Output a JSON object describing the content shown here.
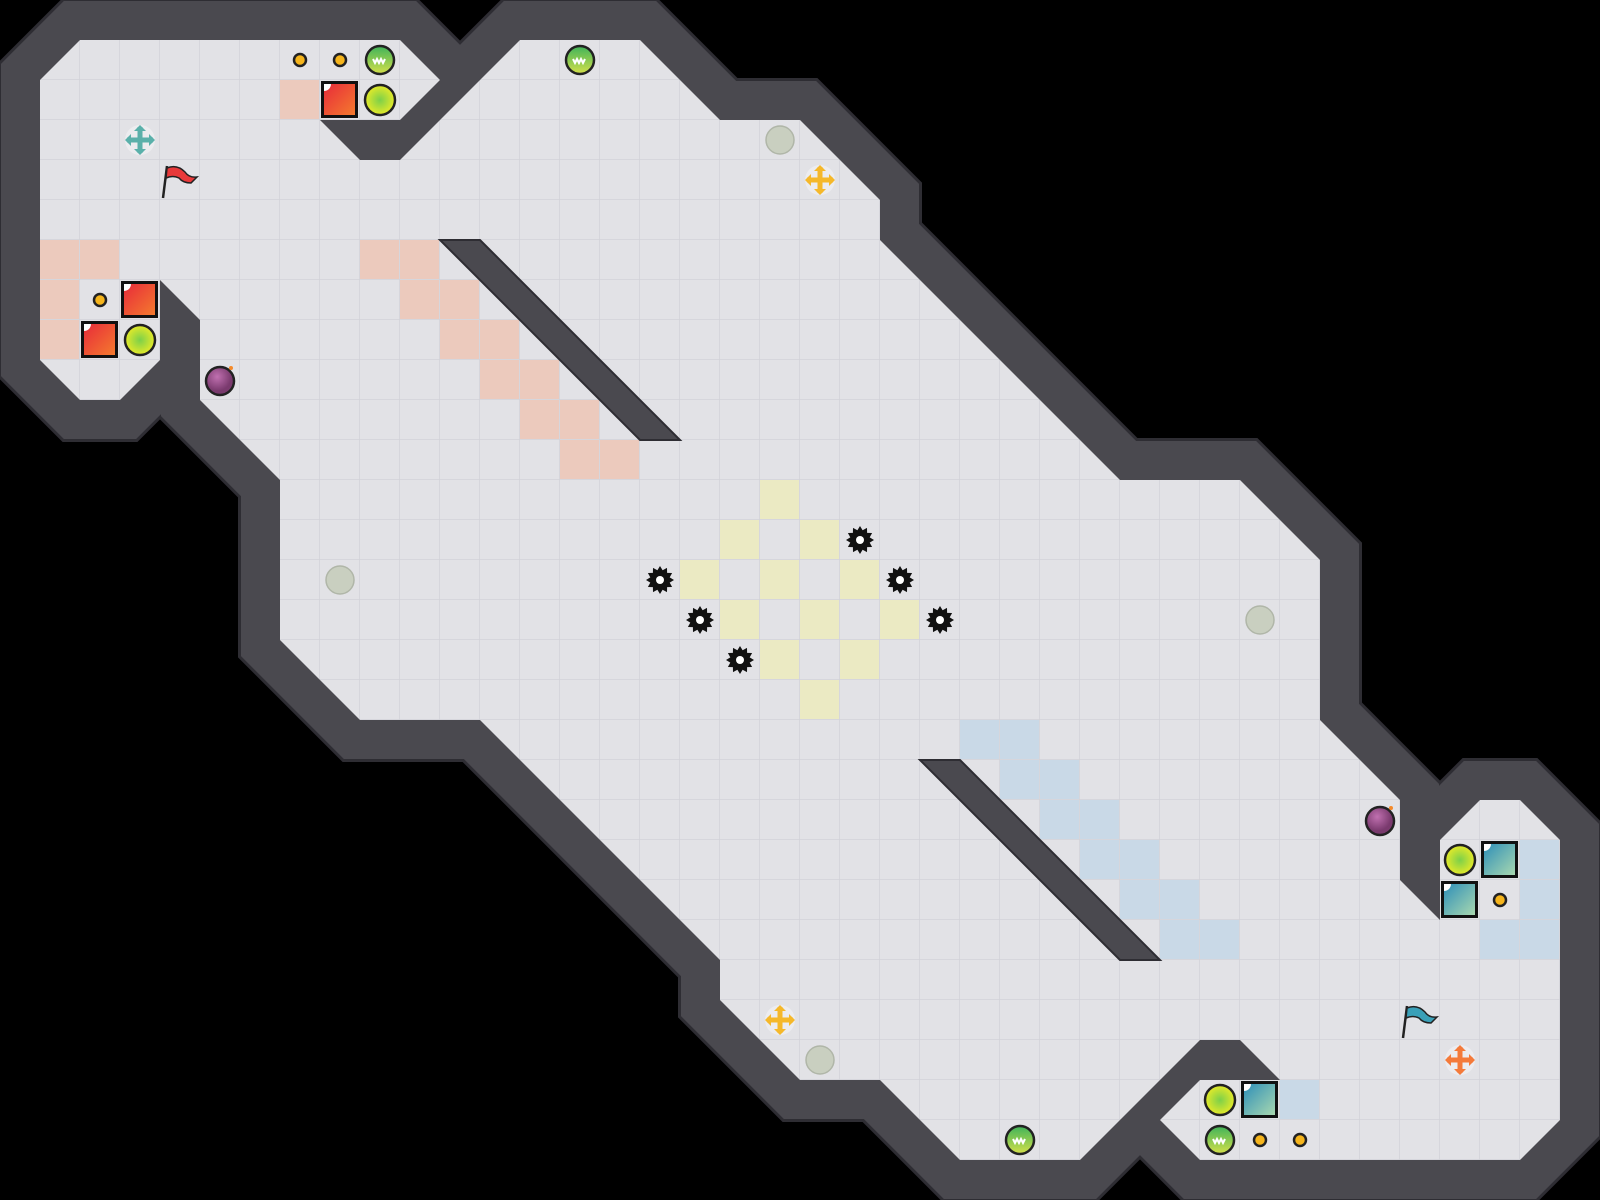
{
  "game": {
    "grid": {
      "columns": 40,
      "rows": 30
    },
    "colors": {
      "background": "#000000",
      "floor": "#e2e2e6",
      "grid_line": "#d2d2d8",
      "wall": "#4a494f",
      "wall_edge": "#2e2d33",
      "red_tint": "#eccabd",
      "blue_tint": "#c9d9e7",
      "yellow_tint": "#ebeac3",
      "red_team": "#e8393a",
      "blue_team": "#3aa0b8",
      "boost": "#f5b82a",
      "powerup": "#54b94a",
      "gate": "#dfe52a",
      "button": "#c9cfc0",
      "bomb": "#8b4a8e",
      "spike": "#111111",
      "dot": "#f6b51c"
    },
    "entities": {
      "red_flag": "red-flag",
      "blue_flag": "blue-flag",
      "spike": "spike",
      "boost": "boost",
      "team_boost_teal": "team-boost",
      "team_boost_red": "team-boost",
      "powerup": "powerup",
      "gate": "gate",
      "bomb": "bomb",
      "button": "button",
      "red_tile": "red-team-tile",
      "blue_tile": "blue-team-tile",
      "portal_dot": "dot"
    }
  }
}
